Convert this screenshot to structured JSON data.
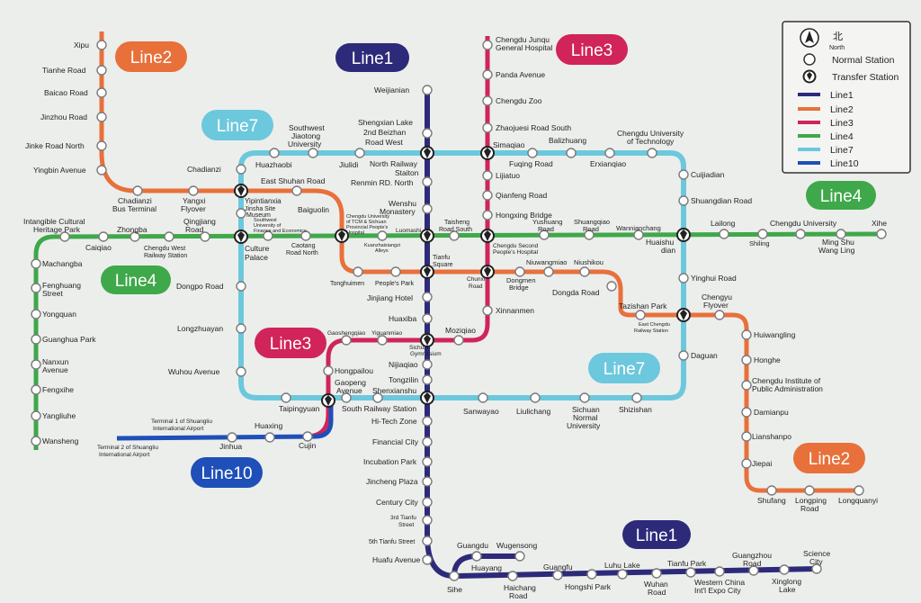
{
  "legend": {
    "north": "北",
    "north_en": "North",
    "normal_station": "Normal Station",
    "transfer_station": "Transfer Station",
    "lines": [
      {
        "name": "Line1",
        "color": "#2e2a7a"
      },
      {
        "name": "Line2",
        "color": "#e8703a"
      },
      {
        "name": "Line3",
        "color": "#d0245a"
      },
      {
        "name": "Line4",
        "color": "#3fa84a"
      },
      {
        "name": "Line7",
        "color": "#6cc8dc"
      },
      {
        "name": "Line10",
        "color": "#1f4fb8"
      }
    ]
  },
  "badges": {
    "line1_top": "Line1",
    "line1_bottom": "Line1",
    "line2_top": "Line2",
    "line2_right": "Line2",
    "line3_top": "Line3",
    "line3_mid": "Line3",
    "line4_right": "Line4",
    "line4_left": "Line4",
    "line7_top": "Line7",
    "line7_mid": "Line7",
    "line10": "Line10"
  },
  "colors": {
    "line1": "#2e2a7a",
    "line2": "#e8703a",
    "line3": "#d0245a",
    "line4": "#3fa84a",
    "line7": "#6cc8dc",
    "line10": "#1f4fb8"
  },
  "stations": {
    "weijianian": "Weijianian",
    "shengxian_lake": "Shengxian Lake",
    "beizhan_2nd": "2nd Beizhan",
    "beizhan_road_west": "Road West",
    "north_railway": "North Railway",
    "north_railway_2": "Staiton",
    "renmin_rd_north": "Renmin RD. North",
    "wenshu": "Wenshu",
    "wenshu_2": "Monastery",
    "luomashi": "Luomashi",
    "tianfu_square": "Tianfu",
    "tianfu_square_2": "Square",
    "jinjiang_hotel": "Jinjiang Hotel",
    "huaxiba": "Huaxiba",
    "sichuan_gym": "Sichuan",
    "sichuan_gym_2": "Gymnasium",
    "nijiaqiao": "Nijiaqiao",
    "tongzilin": "Tongzilin",
    "south_railway": "South Railway Station",
    "hitech_zone": "Hi-Tech Zone",
    "financial_city": "Financial City",
    "incubation_park": "Incubation Park",
    "jincheng_plaza": "Jincheng Plaza",
    "century_city": "Century City",
    "tianfu_3rd": "3rd Tianfu",
    "tianfu_3rd_2": "Street",
    "tianfu_5th": "5th Tianfu Street",
    "huafu_avenue": "Huafu Avenue",
    "sihe": "Sihe",
    "guangdu": "Guangdu",
    "wugensong": "Wugensong",
    "huayang": "Huayang",
    "haichang_road": "Haichang",
    "haichang_road_2": "Road",
    "guangfu": "Guangfu",
    "hongshi_park": "Hongshi Park",
    "luhu_lake": "Luhu Lake",
    "wuhan_road": "Wuhan",
    "wuhan_road_2": "Road",
    "tianfu_park": "Tianfu Park",
    "western_china": "Western China",
    "western_china_2": "Int'l Expo City",
    "guangzhou_road": "Guangzhou",
    "guangzhou_road_2": "Road",
    "xinglong_lake": "Xinglong",
    "xinglong_lake_2": "Lake",
    "science_city": "Science",
    "science_city_2": "City",
    "xipu": "Xipu",
    "tianhe_road": "Tianhe Road",
    "baicao_road": "Baicao Road",
    "jinzhou_road": "Jinzhou Road",
    "jinke_road_north": "Jinke Road North",
    "yingbin_avenue": "Yingbin Avenue",
    "chadianzi_bus": "Chadianzi",
    "chadianzi_bus_2": "Bus Terminal",
    "yangxi_flyover": "Yangxi",
    "yangxi_flyover_2": "Flyover",
    "yipintianxia": "Yipintianxia",
    "jinsha_site": "Jinsha Site",
    "jinsha_site_2": "Museum",
    "east_shuhan": "East Shuhan Road",
    "baiguolin": "Baiguolin",
    "chengdu_univ_tcm": "Chengdu University",
    "chengdu_univ_tcm_2": "of TCM & Sichuan",
    "chengdu_univ_tcm_3": "Provincial People's",
    "chengdu_univ_tcm_4": "Hospital",
    "tonghuimen": "Tonghuimen",
    "peoples_park": "People's Park",
    "chunxi_road": "Chunxi",
    "chunxi_road_2": "Road",
    "dongmen_bridge": "Dongmen",
    "dongmen_bridge_2": "Bridge",
    "niuwangmiao": "Niuwangmiao",
    "niushikou": "Niushikou",
    "dongda_road": "Dongda Road",
    "tazishan_park": "Tazishan Park",
    "east_chengdu": "East Chengdu",
    "east_chengdu_2": "Railway Station",
    "chengyu_flyover": "Chengyu",
    "chengyu_flyover_2": "Flyover",
    "huiwangling": "Huiwangling",
    "honghe": "Honghe",
    "cdipa": "Chengdu Institute of",
    "cdipa_2": "Public Administration",
    "damianpu": "Damianpu",
    "lianshanpo": "Lianshanpo",
    "jiepai": "Jiepai",
    "shufang": "Shufang",
    "longping_road": "Longping",
    "longping_road_2": "Road",
    "longquanyi": "Longquanyi",
    "junqu_hospital": "Chengdu Junqu",
    "junqu_hospital_2": "General Hospital",
    "panda_avenue": "Panda Avenue",
    "chengdu_zoo": "Chengdu Zoo",
    "zhaojuesi": "Zhaojuesi Road South",
    "simaqiao": "Simaqiao",
    "lijiatuo": "Lijiatuo",
    "qianfeng_road": "Qianfeng Road",
    "hongxing_bridge": "Hongxing Bridge",
    "chengdu_second": "Chengdu Second",
    "chengdu_second_2": "People's Hospital",
    "xinnanmen": "Xinnanmen",
    "moziqiao": "Moziqiao",
    "yiguanmiao": "Yiguanmiao",
    "gaoshengqiao": "Gaoshengqiao",
    "hongpailou": "Hongpailou",
    "gaopeng_avenue": "Gaopeng",
    "gaopeng_avenue_2": "Avenue",
    "taipingyuan": "Taipingyuan",
    "shenxianshu": "Shenxianshu",
    "intangible": "Intangible Cultural",
    "intangible_2": "Heritage Park",
    "zhongba": "Zhongba",
    "caiqiao": "Caiqiao",
    "chengdu_west": "Chengdu West",
    "chengdu_west_2": "Railway Station",
    "qingjiang_road": "Qingjiang",
    "qingjiang_road_2": "Road",
    "culture_palace": "Culture",
    "culture_palace_2": "Palace",
    "caotang_road": "Caotang",
    "caotang_road_2": "Road North",
    "kuanzhaixiangzi": "Kuanzhaixiangzi",
    "kuanzhaixiangzi_2": "Alleys",
    "taisheng_road": "Taisheng",
    "taisheng_road_2": "Road South",
    "yushuang_road": "Yushuang",
    "yushuang_road_2": "Road",
    "shuangqiao_road": "Shuangqiao",
    "shuangqiao_road_2": "Road",
    "wannianchang": "Wannianchang",
    "huaishudian": "Huaishu",
    "huaishudian_2": "dian",
    "shiling": "Shiling",
    "lailong": "Lailong",
    "chengdu_university": "Chengdu University",
    "mingshu": "Ming Shu",
    "mingshu_2": "Wang Ling",
    "xihe": "Xihe",
    "machangba": "Machangba",
    "fenghuang_street": "Fenghuang",
    "fenghuang_street_2": "Street",
    "yongquan": "Yongquan",
    "guanghua_park": "Guanghua Park",
    "nanxun_avenue": "Nanxun",
    "nanxun_avenue_2": "Avenue",
    "fengxihe": "Fengxihe",
    "yangliuhe": "Yangliuhe",
    "wansheng": "Wansheng",
    "southwest_jiaotong": "Southwest",
    "southwest_jiaotong_2": "Jiaotong",
    "southwest_jiaotong_3": "University",
    "huazhaobi": "Huazhaobi",
    "jiulidi": "Jiulidi",
    "chadianzi": "Chadianzi",
    "swufe": "Southwest",
    "swufe_2": "University of",
    "swufe_3": "Finance and Economics",
    "dongpo_road": "Dongpo Road",
    "longzhuayan": "Longzhuayan",
    "wuhou_avenue": "Wuhou Avenue",
    "fuqing_road": "Fuqing Road",
    "balizhuang": "Balizhuang",
    "erxianqiao": "Erxianqiao",
    "cdut": "Chengdu University",
    "cdut_2": "of Technology",
    "cuijiadian": "Cuijiadian",
    "shuangdian_road": "Shuangdian Road",
    "yinghui_road": "Yinghui Road",
    "daguan": "Daguan",
    "shizishan": "Shizishan",
    "sichuan_normal": "Sichuan",
    "sichuan_normal_2": "Normal",
    "sichuan_normal_3": "University",
    "liulichang": "Liulichang",
    "sanwayao": "Sanwayao",
    "airport_t1": "Terminal 1 of Shuangliu",
    "airport_t1_2": "International Airport",
    "airport_t2": "Terminal 2 of Shuangliu",
    "airport_t2_2": "International Airport",
    "huaxing": "Huaxing",
    "jinhua": "Jinhua",
    "cujin": "Cujin"
  }
}
